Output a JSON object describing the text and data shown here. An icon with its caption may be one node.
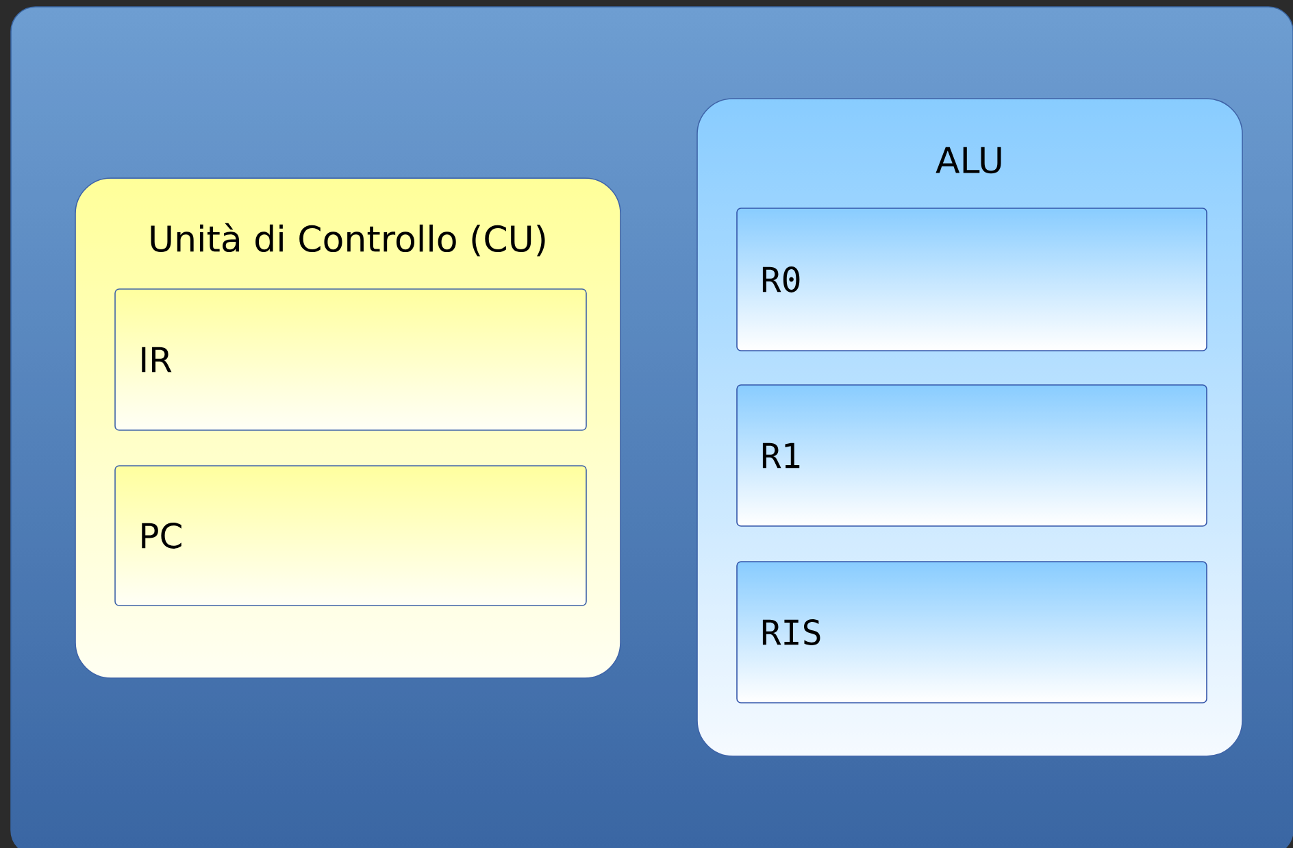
{
  "diagram": {
    "nodes": [
      {
        "text": [],
        "shape": "box"
      },
      {
        "text": [
          "Unità di Controllo (CU)"
        ],
        "in": 0
      },
      {
        "text": [
          "IR"
        ],
        "in": 1
      },
      {
        "text": [
          "PC"
        ],
        "in": 1
      },
      {
        "text": [
          "ALU"
        ],
        "in": 0
      },
      {
        "text": [
          "R0"
        ],
        "in": 4
      },
      {
        "text": [
          "R1"
        ],
        "in": 4
      },
      {
        "text": [
          "RIS"
        ],
        "in": 4
      }
    ]
  }
}
